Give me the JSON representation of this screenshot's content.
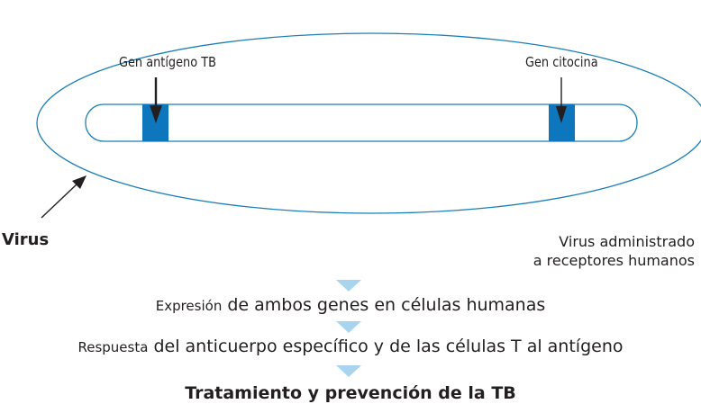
{
  "labels": {
    "gene_antigen": "Gen antígeno TB",
    "gene_cytokine": "Gen citocina",
    "virus": "Virus",
    "administered_line1": "Virus administrado",
    "administered_line2": "a receptores humanos"
  },
  "steps": [
    {
      "lead": "Expresión",
      "rest": " de ambos genes en células humanas"
    },
    {
      "lead": "Respuesta",
      "rest": " del anticuerpo específico y de las células T al antígeno"
    },
    {
      "lead": "",
      "rest": "Tratamiento y prevención de la TB"
    }
  ],
  "colors": {
    "outline": "#1a7fb8",
    "gene_block": "#0e76bc",
    "arrow_down": "#a9d4ef",
    "text": "#231f20"
  }
}
